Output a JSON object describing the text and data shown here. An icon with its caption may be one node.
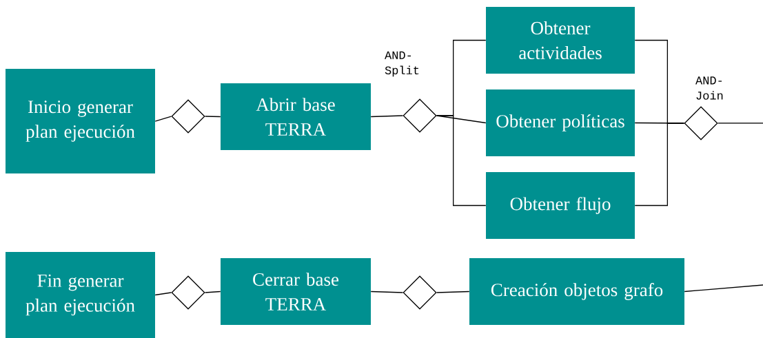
{
  "diagram": {
    "nodes": [
      {
        "text": [
          "Inicio generar plan ejecución"
        ]
      },
      {
        "text": [],
        "shape": "diamond"
      },
      {
        "text": [
          "Abrir base TERRA"
        ]
      },
      {
        "text": [],
        "shape": "diamond",
        "beside": [
          "AND-Split"
        ]
      },
      {
        "text": [
          "Obtener actividades"
        ]
      },
      {
        "text": [
          "Obtener políticas"
        ]
      },
      {
        "text": [
          "Obtener flujo"
        ]
      },
      {
        "text": [],
        "shape": "diamond",
        "beside": [
          "AND-Join"
        ]
      },
      {
        "text": [
          "Fin generar plan ejecución"
        ]
      },
      {
        "text": [],
        "shape": "diamond"
      },
      {
        "text": [
          "Cerrar base TERRA"
        ]
      },
      {
        "text": [],
        "shape": "diamond"
      },
      {
        "text": [
          "Creación objetos grafo"
        ]
      }
    ],
    "edges": [
      {
        "from": 0,
        "to": 1,
        "arrow": "none"
      },
      {
        "from": 1,
        "to": 2,
        "arrow": "none"
      },
      {
        "from": 2,
        "to": 3,
        "arrow": "none"
      },
      {
        "from": 3,
        "to": 4,
        "arrow": "none"
      },
      {
        "from": 3,
        "to": 5,
        "arrow": "none"
      },
      {
        "from": 3,
        "to": 6,
        "arrow": "none"
      },
      {
        "from": 4,
        "to": 7,
        "arrow": "none"
      },
      {
        "from": 5,
        "to": 7,
        "arrow": "none"
      },
      {
        "from": 6,
        "to": 7,
        "arrow": "none"
      },
      {
        "from": 7,
        "to": null,
        "arrow": "none"
      },
      {
        "from": null,
        "to": 12,
        "arrow": "none"
      },
      {
        "from": 12,
        "to": 11,
        "arrow": "none"
      },
      {
        "from": 11,
        "to": 10,
        "arrow": "none"
      },
      {
        "from": 10,
        "to": 9,
        "arrow": "none"
      },
      {
        "from": 9,
        "to": 8,
        "arrow": "none"
      }
    ]
  }
}
